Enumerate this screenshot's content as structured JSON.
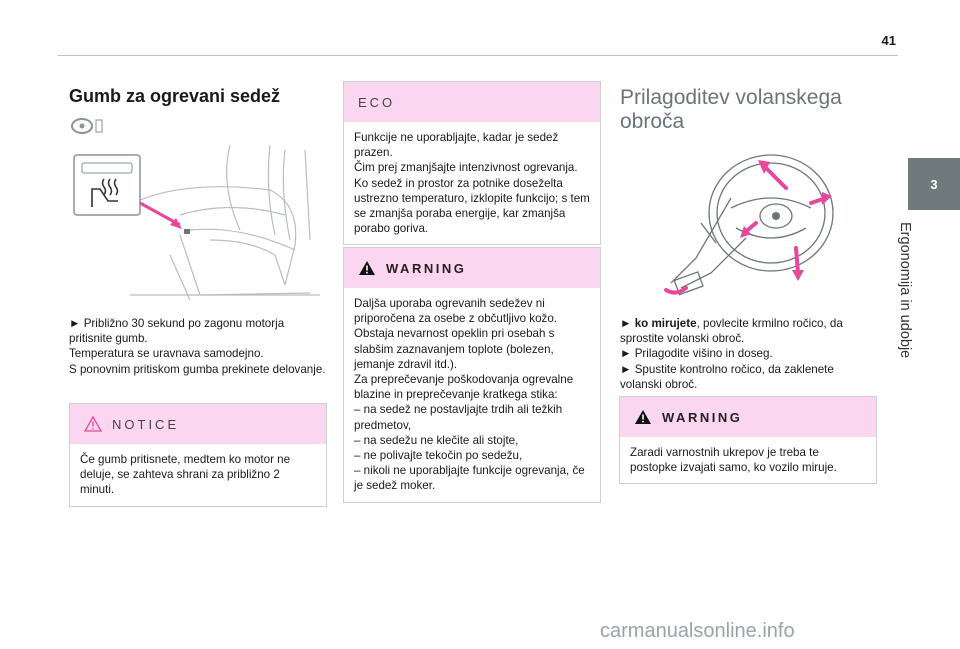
{
  "page_number": "41",
  "side_tab": {
    "number": "3",
    "title": "Ergonomija in udobje"
  },
  "left": {
    "title": "Gumb za ogrevani sedež",
    "instructions": [
      "► Približno 30 sekund po zagonu motorja pritisnite gumb.",
      "Temperatura se uravnava samodejno.",
      "S ponovnim pritiskom gumba prekinete delovanje."
    ],
    "notice": {
      "heading": "NOTICE",
      "body": "Če gumb pritisnete, medtem ko motor ne deluje, se zahteva shrani za približno 2 minuti."
    }
  },
  "middle": {
    "eco": {
      "heading": "ECO",
      "lines": [
        "Funkcije ne uporabljajte, kadar je sedež prazen.",
        "Čim prej zmanjšajte intenzivnost ogrevanja.",
        "Ko sedež in prostor za potnike doseželta ustrezno temperaturo, izklopite funkcijo; s tem se zmanjša poraba energije, kar zmanjša porabo goriva."
      ]
    },
    "warning": {
      "heading": "WARNING",
      "lines": [
        "Daljša uporaba ogrevanih sedežev ni priporočena za osebe z občutljivo kožo.",
        "Obstaja nevarnost opeklin pri osebah s slabšim zaznavanjem toplote (bolezen, jemanje zdravil itd.).",
        "Za preprečevanje poškodovanja ogrevalne blazine in preprečevanje kratkega stika:",
        "– na sedež ne postavljajte trdih ali težkih predmetov,",
        "– na sedežu ne klečite ali stojte,",
        "– ne polivajte tekočin po sedežu,",
        "– nikoli ne uporabljajte funkcije ogrevanja, če je sedež moker."
      ]
    }
  },
  "right": {
    "title": "Prilagoditev volanskega obroča",
    "step1_prefix": "► ",
    "step1_bold": "ko mirujete",
    "step1_rest": ", povlecite krmilno ročico, da sprostite volanski obroč.",
    "step2": "► Prilagodite višino in doseg.",
    "step3": "► Spustite kontrolno ročico, da zaklenete volanski obroč.",
    "warning": {
      "heading": "WARNING",
      "body": "Zaradi varnostnih ukrepov je treba te postopke izvajati samo, ko vozilo miruje."
    }
  },
  "watermark": "carmanualsonline.info",
  "colors": {
    "accent_pink": "#fbd6f0",
    "arrow_pink": "#e8479c",
    "tab_gray": "#6f7a7c"
  }
}
